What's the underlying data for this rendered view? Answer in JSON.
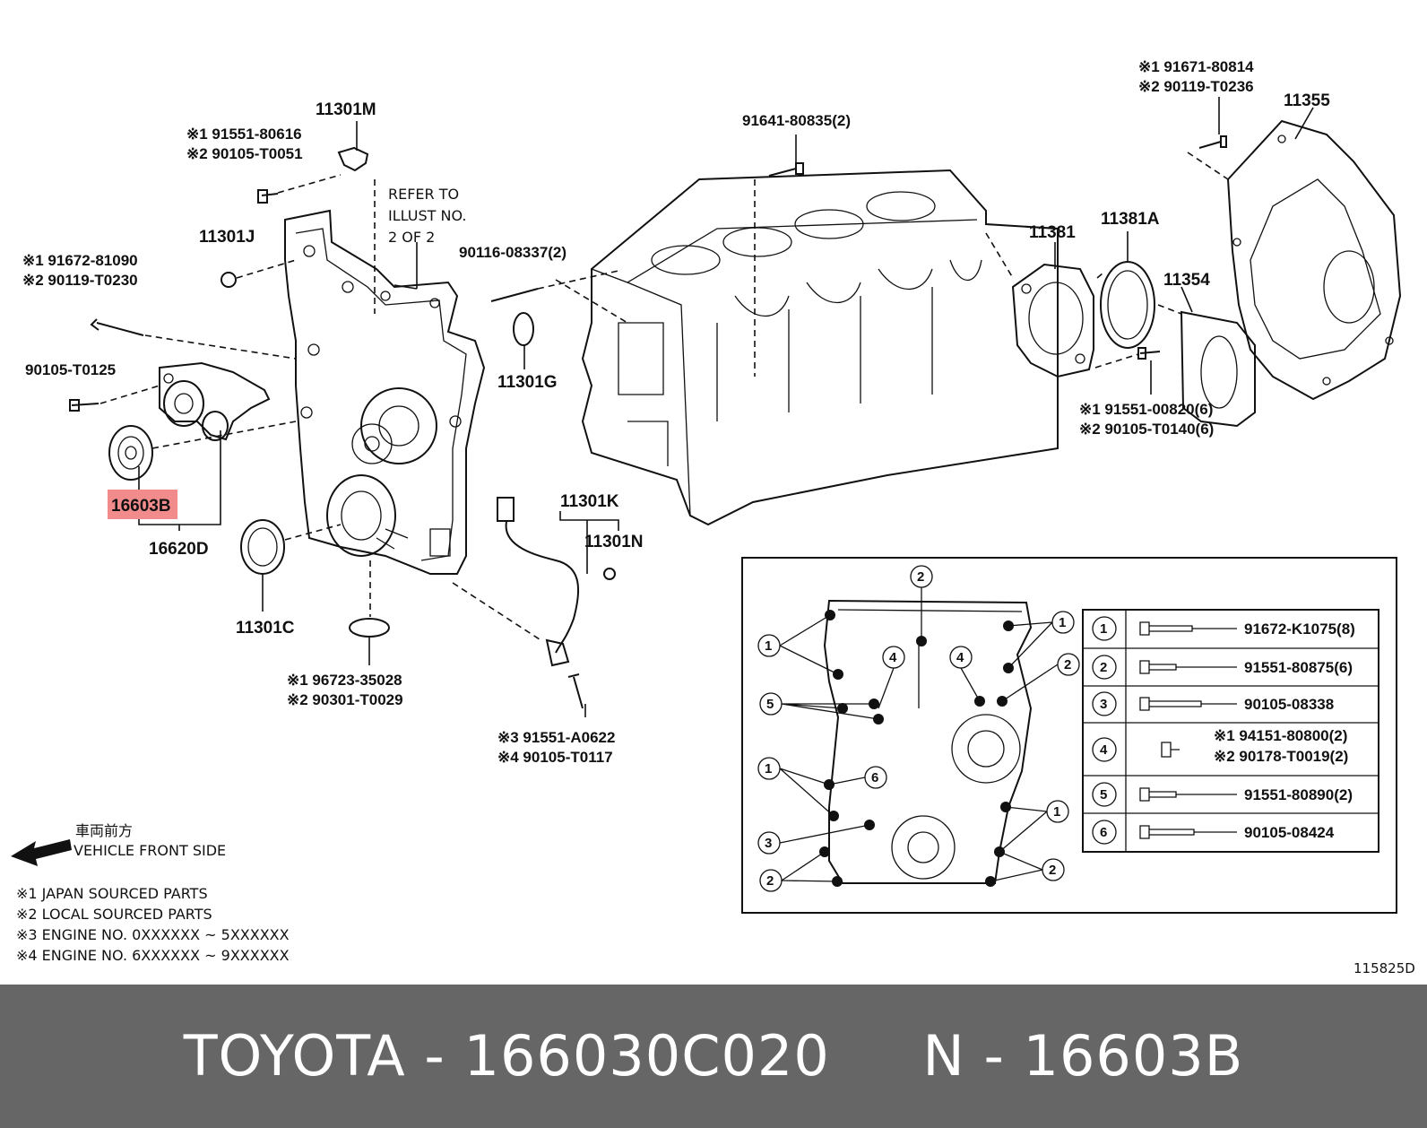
{
  "parts": {
    "c11301M": "11301M",
    "c11301M_n1": "※1 91551-80616",
    "c11301M_n2": "※2 90105-T0051",
    "refer_1": "REFER TO",
    "refer_2": "ILLUST NO.",
    "refer_3": "2 OF 2",
    "c11301J": "11301J",
    "bolt_a_1": "※1 91672-81090",
    "bolt_a_2": "※2 90119-T0230",
    "bolt_b": "90105-T0125",
    "c16603B": "16603B",
    "c16620D": "16620D",
    "c11301C": "11301C",
    "oring_1": "※1 96723-35028",
    "oring_2": "※2 90301-T0029",
    "stud": "90116-08337(2)",
    "c11301G": "11301G",
    "c11301K": "11301K",
    "c11301N": "11301N",
    "sensor_bolt_3": "※3 91551-A0622",
    "sensor_bolt_4": "※4 90105-T0117",
    "block_bolt": "91641-80835(2)",
    "c11381": "11381",
    "c11381A": "11381A",
    "c11354": "11354",
    "c11355": "11355",
    "rear_bolt_1": "※1 91551-00820(6)",
    "rear_bolt_2": "※2 90105-T0140(6)",
    "top_bolt_1": "※1 91671-80814",
    "top_bolt_2": "※2 90119-T0236"
  },
  "front_side": {
    "jp": "車両前方",
    "en": "VEHICLE FRONT SIDE"
  },
  "notes": [
    "※1 JAPAN SOURCED PARTS",
    "※2 LOCAL SOURCED PARTS",
    "※3 ENGINE NO. 0XXXXXX ~ 5XXXXXX",
    "※4 ENGINE NO. 6XXXXXX ~ 9XXXXXX"
  ],
  "bolt_table": [
    {
      "num": "1",
      "part": "91672-K1075(8)"
    },
    {
      "num": "2",
      "part": "91551-80875(6)"
    },
    {
      "num": "3",
      "part": "90105-08338"
    },
    {
      "num": "4",
      "part": "※1 94151-80800(2)",
      "part2": "※2 90178-T0019(2)"
    },
    {
      "num": "5",
      "part": "91551-80890(2)"
    },
    {
      "num": "6",
      "part": "90105-08424"
    }
  ],
  "callouts": {
    "c1": "1",
    "c2": "2",
    "c3": "3",
    "c4": "4",
    "c5": "5",
    "c6": "6"
  },
  "illust_no": "115825D",
  "footer": {
    "text": "TOYOTA - 166030C020     N - 16603B"
  },
  "colors": {
    "highlight": "#f28b8b",
    "footer_bg": "#666666",
    "footer_text": "#ffffff"
  }
}
